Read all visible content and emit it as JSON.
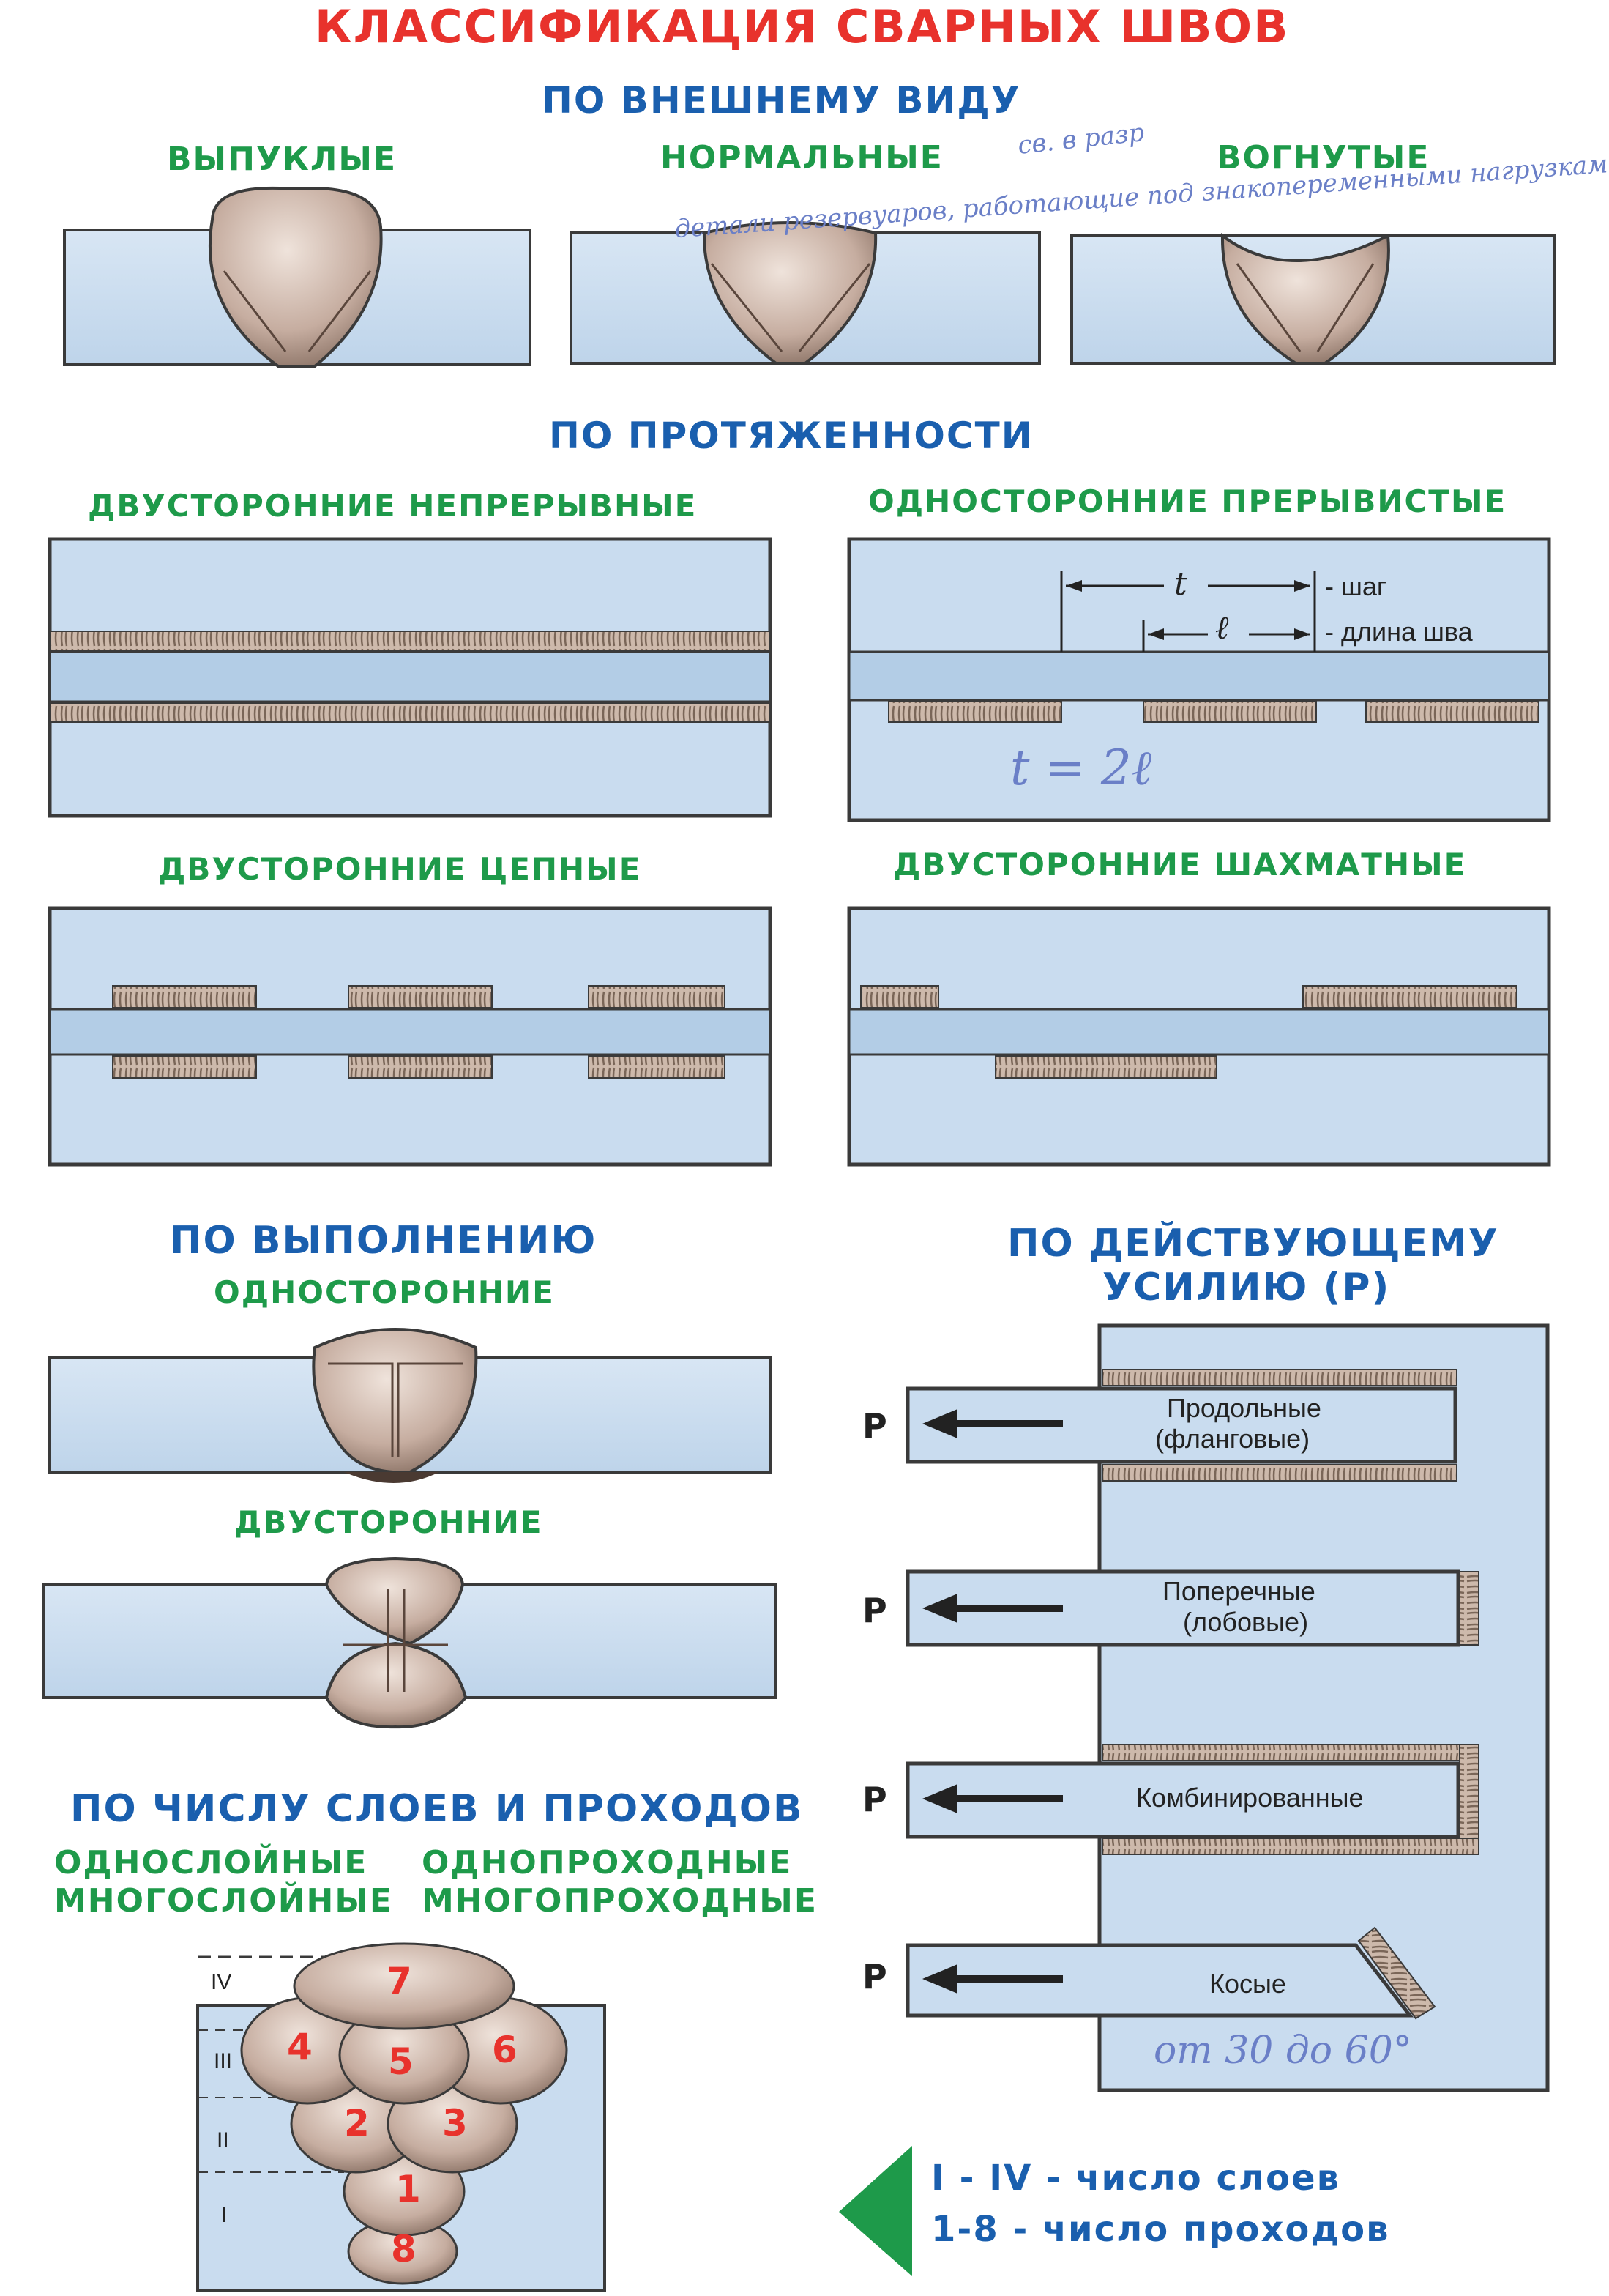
{
  "title": "КЛАССИФИКАЦИЯ СВАРНЫХ ШВОВ",
  "appearance": {
    "heading": "ПО ВНЕШНЕМУ ВИДУ",
    "types": [
      "ВЫПУКЛЫЕ",
      "НОРМАЛЬНЫЕ",
      "ВОГНУТЫЕ"
    ],
    "handwritten_note_1": "св. в разр",
    "handwritten_note_2": "детали резервуаров, работающие под знакопеременными нагрузками"
  },
  "extent": {
    "heading": "ПО ПРОТЯЖЕННОСТИ",
    "double_continuous": "ДВУСТОРОННИЕ НЕПРЕРЫВНЫЕ",
    "single_intermittent": "ОДНОСТОРОННИЕ ПРЕРЫВИСТЫЕ",
    "pitch_symbol": "t",
    "pitch_label": "- шаг",
    "length_symbol": "ℓ",
    "length_label": "- длина шва",
    "handwritten_formula": "t = 2ℓ",
    "double_chain": "ДВУСТОРОННИЕ ЦЕПНЫЕ",
    "double_staggered": "ДВУСТОРОННИЕ ШАХМАТНЫЕ"
  },
  "execution": {
    "heading": "ПО ВЫПОЛНЕНИЮ",
    "single_sided": "ОДНОСТОРОННИЕ",
    "double_sided": "ДВУСТОРОННИЕ"
  },
  "force": {
    "heading_line1": "ПО ДЕЙСТВУЮЩЕМУ",
    "heading_line2": "УСИЛИЮ (Р)",
    "force_symbol": "Р",
    "longitudinal_line1": "Продольные",
    "longitudinal_line2": "(фланговые)",
    "transverse_line1": "Поперечные",
    "transverse_line2": "(лобовые)",
    "combined": "Комбинированные",
    "oblique": "Косые",
    "handwritten_angle": "от 30 до 60°"
  },
  "layers": {
    "heading": "ПО ЧИСЛУ СЛОЕВ И ПРОХОДОВ",
    "single_layer": "ОДНОСЛОЙНЫЕ",
    "multi_layer": "МНОГОСЛОЙНЫЕ",
    "single_pass": "ОДНОПРОХОДНЫЕ",
    "multi_pass": "МНОГОПРОХОДНЫЕ",
    "layer_labels": [
      "I",
      "II",
      "III",
      "IV"
    ],
    "pass_numbers": [
      "1",
      "2",
      "3",
      "4",
      "5",
      "6",
      "7",
      "8"
    ],
    "legend_layers": "I - IV - число слоев",
    "legend_passes": "1-8 - число проходов"
  },
  "colors": {
    "title_red": "#e8322c",
    "heading_blue": "#1a5fae",
    "subheading_green": "#1e9a4a",
    "plate_blue": "#c9dcef",
    "plate_mid": "#b5cfe8",
    "weld_bead": "#c7b3a6",
    "pass_number_red": "#e8322c"
  }
}
